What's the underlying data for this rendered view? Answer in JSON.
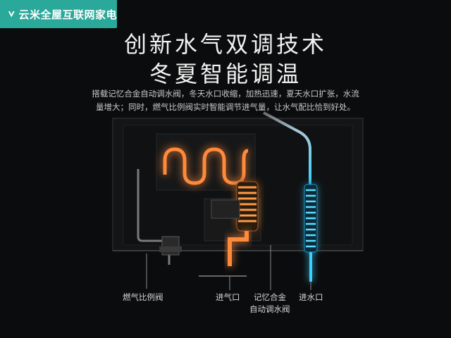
{
  "brand": {
    "name": "云米全屋互联网家电",
    "logo_icon": "viomi-v-logo-icon",
    "color": "#2aa89a"
  },
  "headline": {
    "line1": "创新水气双调技术",
    "line2": "冬夏智能调温"
  },
  "description": {
    "line1": "搭载记忆合金自动调水阀，冬天水口收缩，加热迅速，夏天水口扩张，水流",
    "line2": "量增大；同时，燃气比例阀实时智能调节进气量，让水气配比恰到好处。"
  },
  "labels": {
    "gas_valve": "燃气比例阀",
    "gas_inlet": "进气口",
    "memory_alloy_line1": "记忆合金",
    "memory_alloy_line2": "自动调水阀",
    "water_inlet": "进水口"
  },
  "colors": {
    "hot": "#ff8a3a",
    "cold": "#3ad0ff",
    "background": "#0b0c0d"
  }
}
